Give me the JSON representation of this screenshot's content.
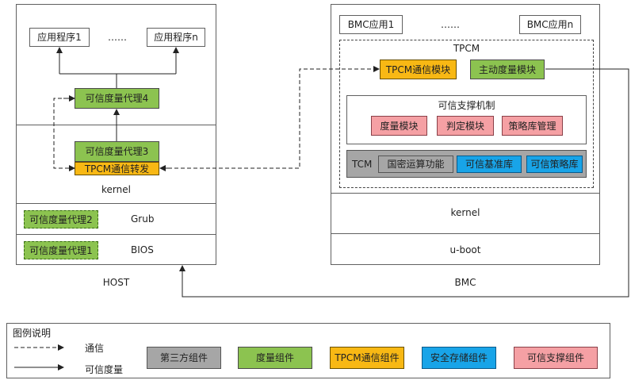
{
  "host": {
    "label": "HOST",
    "app1": "应用程序1",
    "app_dots": "……",
    "appn": "应用程序n",
    "agent4": "可信度量代理4",
    "agent3": "可信度量代理3",
    "tpcm_forward": "TPCM通信转发",
    "kernel": "kernel",
    "agent2": "可信度量代理2",
    "grub": "Grub",
    "agent1": "可信度量代理1",
    "bios": "BIOS"
  },
  "bmc": {
    "label": "BMC",
    "app1": "BMC应用1",
    "app_dots": "……",
    "appn": "BMC应用n",
    "tpcm_title": "TPCM",
    "tpcm_comm": "TPCM通信模块",
    "active_measure": "主动度量模块",
    "support_title": "可信支撑机制",
    "measure_module": "度量模块",
    "judge_module": "判定模块",
    "policy_mgmt": "策略库管理",
    "tcm": "TCM",
    "crypto": "国密运算功能",
    "trusted_base": "可信基准库",
    "trusted_policy": "可信策略库",
    "kernel": "kernel",
    "uboot": "u-boot"
  },
  "legend": {
    "title": "图例说明",
    "comm": "通信",
    "measure": "可信度量",
    "third_party": "第三方组件",
    "measure_comp": "度量组件",
    "tpcm_comp": "TPCM通信组件",
    "secure_storage": "安全存储组件",
    "support_comp": "可信支撑组件"
  },
  "colors": {
    "measure_green": "#8cc350",
    "tpcm_orange": "#f8b814",
    "support_pink": "#f5a0a4",
    "storage_blue": "#18a4e8",
    "third_party_gray": "#a6a6a6"
  }
}
